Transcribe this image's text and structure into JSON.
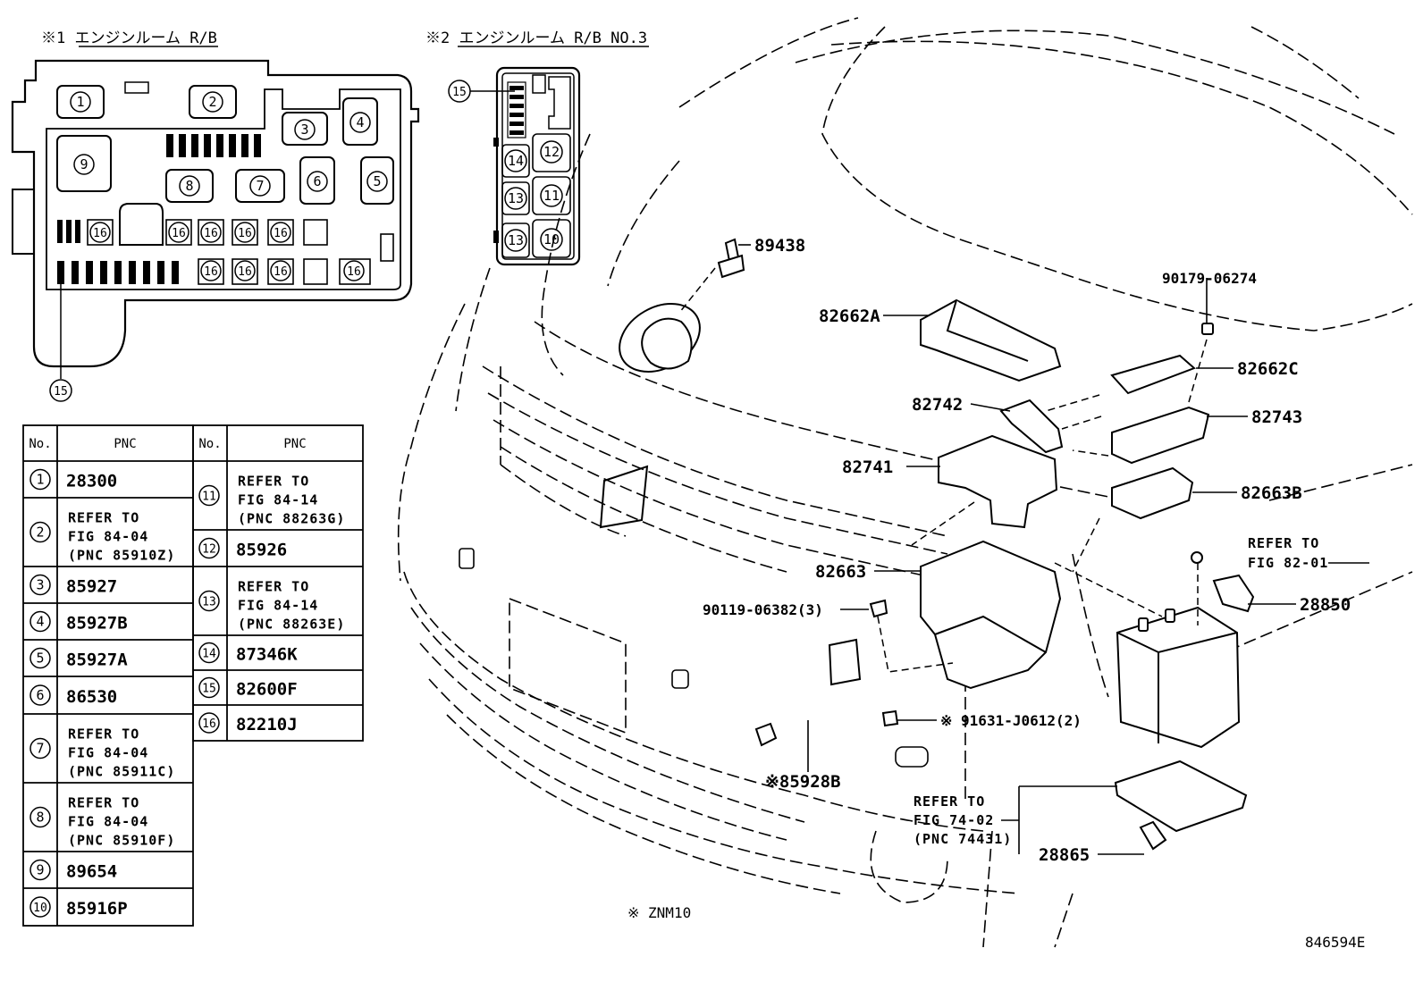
{
  "diagram_id": "846594E",
  "footnote": "※ ZNM10",
  "engine_room_rb": {
    "title": "※1 エンジンルーム R/B",
    "upper_circles": [
      "1",
      "2",
      "3",
      "4",
      "5",
      "6",
      "7",
      "8",
      "9"
    ],
    "row1_16": [
      "16",
      "16",
      "16",
      "16",
      "16"
    ],
    "row2_16": [
      "16",
      "16",
      "16",
      "16"
    ],
    "leader_15": "15"
  },
  "engine_room_rb_no3": {
    "title": "※2 エンジンルーム R/B NO.3",
    "leader_15": "15",
    "circles": [
      "12",
      "14",
      "11",
      "13",
      "10",
      "13"
    ]
  },
  "table": {
    "headers": [
      "No.",
      "PNC",
      "No.",
      "PNC"
    ],
    "left_rows": [
      {
        "no": "1",
        "lines": [
          "28300"
        ],
        "ref": false
      },
      {
        "no": "2",
        "lines": [
          "REFER TO",
          "FIG 84-04",
          "(PNC 85910Z)"
        ],
        "ref": true
      },
      {
        "no": "3",
        "lines": [
          "85927"
        ],
        "ref": false
      },
      {
        "no": "4",
        "lines": [
          "85927B"
        ],
        "ref": false
      },
      {
        "no": "5",
        "lines": [
          "85927A"
        ],
        "ref": false
      },
      {
        "no": "6",
        "lines": [
          "86530"
        ],
        "ref": false
      },
      {
        "no": "7",
        "lines": [
          "REFER TO",
          "FIG 84-04",
          "(PNC 85911C)"
        ],
        "ref": true
      },
      {
        "no": "8",
        "lines": [
          "REFER TO",
          "FIG 84-04",
          "(PNC 85910F)"
        ],
        "ref": true
      },
      {
        "no": "9",
        "lines": [
          "89654"
        ],
        "ref": false
      },
      {
        "no": "10",
        "lines": [
          "85916P"
        ],
        "ref": false
      }
    ],
    "right_rows": [
      {
        "no": "11",
        "lines": [
          "REFER TO",
          "FIG 84-14",
          "(PNC 88263G)"
        ],
        "ref": true
      },
      {
        "no": "12",
        "lines": [
          "85926"
        ],
        "ref": false
      },
      {
        "no": "13",
        "lines": [
          "REFER TO",
          "FIG 84-14",
          "(PNC 88263E)"
        ],
        "ref": true
      },
      {
        "no": "14",
        "lines": [
          "87346K"
        ],
        "ref": false
      },
      {
        "no": "15",
        "lines": [
          "82600F"
        ],
        "ref": false
      },
      {
        "no": "16",
        "lines": [
          "82210J"
        ],
        "ref": false
      }
    ]
  },
  "callouts": {
    "c89438": "89438",
    "c90179": "90179-06274",
    "c82662A": "82662A",
    "c82662C": "82662C",
    "c82742": "82742",
    "c82743": "82743",
    "c82741": "82741",
    "c82663B": "82663B",
    "c82663": "82663",
    "c90119": "90119-06382(3)",
    "c28850": "28850",
    "c91631": "※ 91631-J0612(2)",
    "c85928B": "※85928B",
    "c28865": "28865",
    "ref_82_1": "REFER TO",
    "ref_82_2": "FIG 82-01",
    "ref_74_1": "REFER TO",
    "ref_74_2": "FIG 74-02",
    "ref_74_3": "(PNC 74431)"
  }
}
